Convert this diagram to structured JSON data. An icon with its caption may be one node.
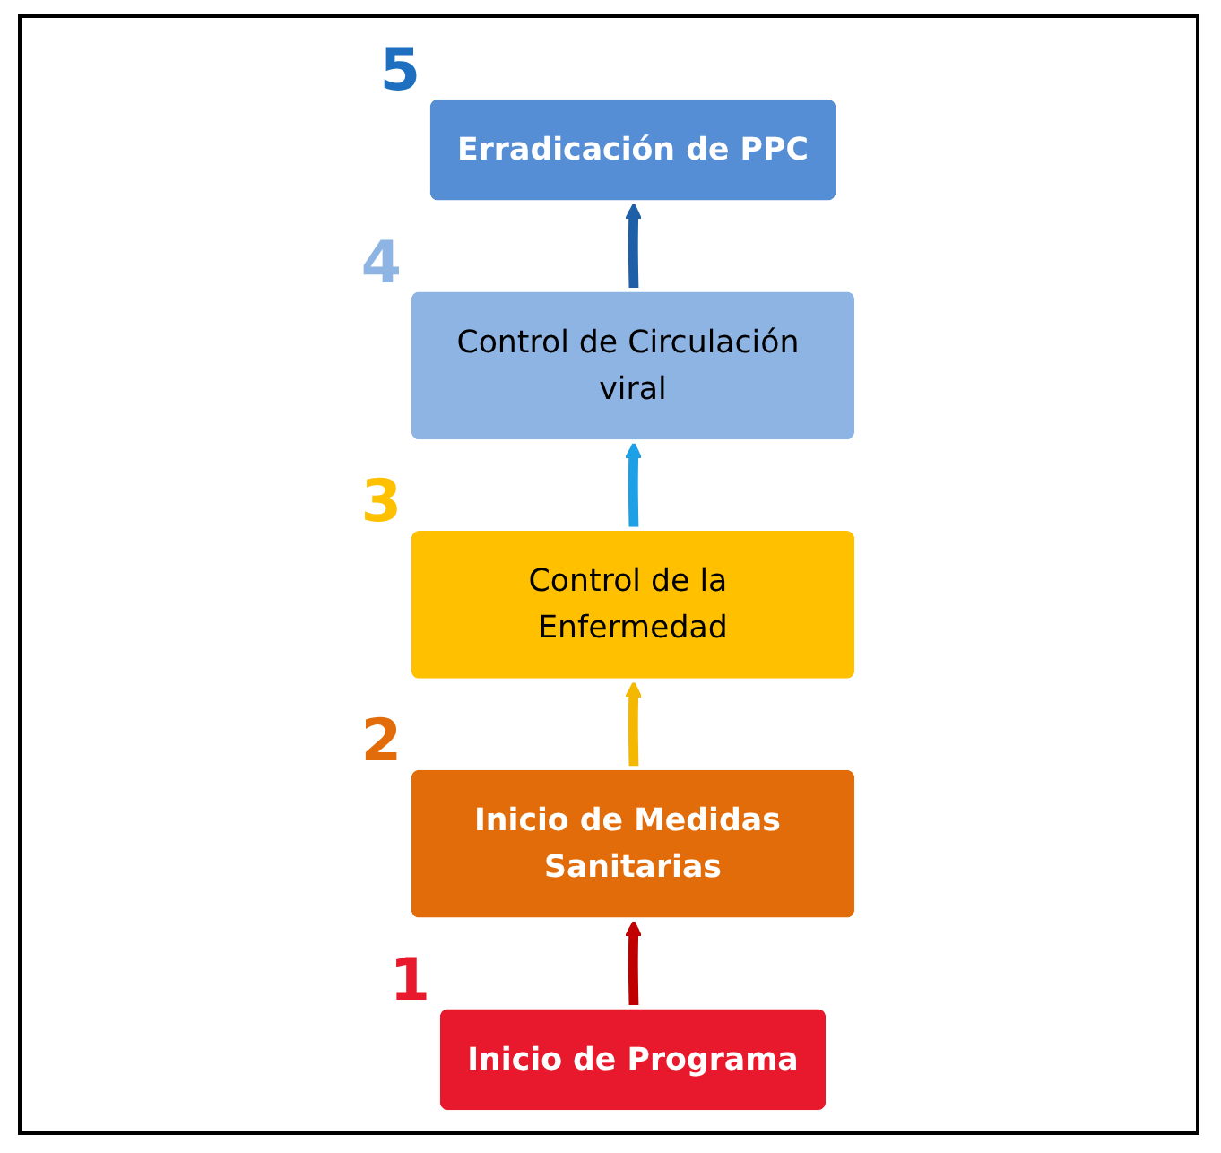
{
  "diagram": {
    "nodes": [
      {
        "text": [
          "Inicio de Programa"
        ],
        "beside": [
          "1"
        ]
      },
      {
        "text": [
          "Inicio de Medidas Sanitarias"
        ],
        "beside": [
          "2"
        ]
      },
      {
        "text": [
          "Control de la Enfermedad"
        ],
        "beside": [
          "3"
        ]
      },
      {
        "text": [
          "Control de Circulación viral"
        ],
        "beside": [
          "4"
        ]
      },
      {
        "text": [
          "Erradicación de PPC"
        ],
        "beside": [
          "5"
        ]
      }
    ],
    "edges": [
      {
        "from": 0,
        "to": 1,
        "arrow": "to",
        "color": "#c00000"
      },
      {
        "from": 1,
        "to": 2,
        "arrow": "to",
        "color": "#f5b800"
      },
      {
        "from": 2,
        "to": 3,
        "arrow": "to",
        "color": "#1ea0e6"
      },
      {
        "from": 3,
        "to": 4,
        "arrow": "to",
        "color": "#1f5fa8"
      }
    ]
  }
}
